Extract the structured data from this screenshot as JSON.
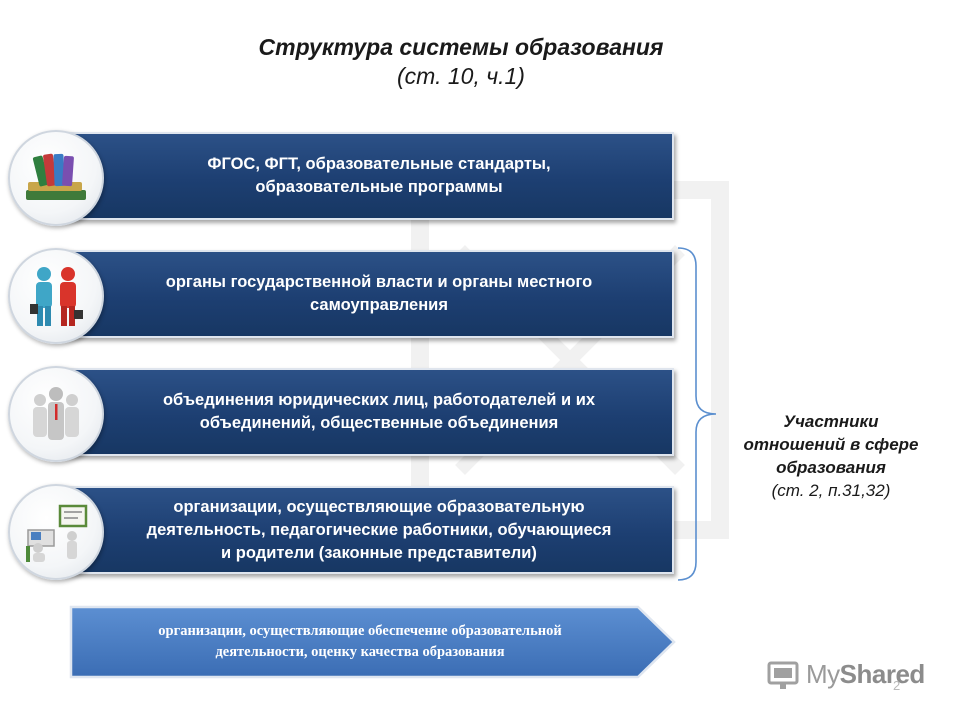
{
  "title": "Структура системы образования",
  "subtitle": "(ст. 10, ч.1)",
  "rows": [
    {
      "text_lines": [
        "ФГОС, ФГТ, образовательные стандарты,",
        "образовательные программы"
      ],
      "icon": "books-icon"
    },
    {
      "text_lines": [
        "органы государственной власти и органы местного",
        "самоуправления"
      ],
      "icon": "officials-icon"
    },
    {
      "text_lines": [
        "объединения юридических лиц, работодателей и их",
        "объединений, общественные объединения"
      ],
      "icon": "group-icon"
    },
    {
      "text_lines": [
        "организации, осуществляющие образовательную",
        "деятельность, педагогические работники, обучающиеся",
        "и родители (законные представители)"
      ],
      "icon": "classroom-icon"
    }
  ],
  "participants": {
    "title_lines": [
      "Участники",
      "отношений в сфере",
      "образования"
    ],
    "ref": "(ст. 2, п.31,32)"
  },
  "arrow_box": {
    "text_lines": [
      "организации, осуществляющие обеспечение образовательной",
      "деятельности, оценку качества образования"
    ]
  },
  "watermark": {
    "brand_light": "My",
    "brand_bold": "Shared"
  },
  "page_number": "2",
  "colors": {
    "bar": "#1d3f72",
    "arrow": "#4577bd",
    "text": "#1a1a1a"
  }
}
